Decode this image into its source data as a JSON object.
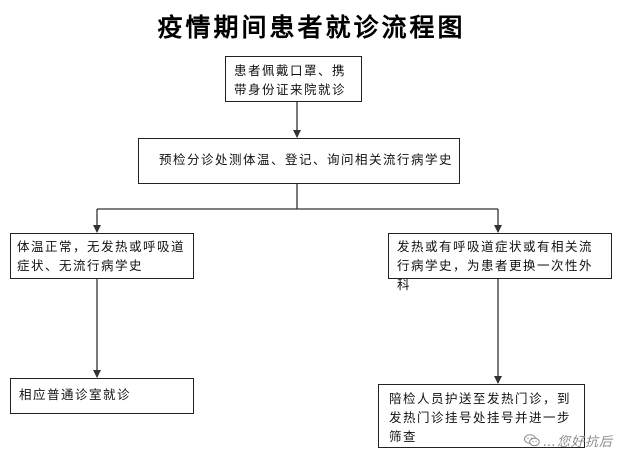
{
  "title": "疫情期间患者就诊流程图",
  "nodes": {
    "start": "患者佩戴口罩、携带身份证来院就诊",
    "pre_check": "预检分诊处测体温、登记、询问相关流行病学史",
    "normal": "体温正常，无发热或呼吸道症状、无流行病学史",
    "fever": "发热或有呼吸道症状或有相关流行病学史，为患者更换一次性外科",
    "general_clinic": "相应普通诊室就诊",
    "fever_clinic": "陪检人员护送至发热门诊，到发热门诊挂号处挂号并进一步筛查"
  },
  "watermark": {
    "text": "…您好抗后",
    "icon": "wechat-icon"
  },
  "colors": {
    "line": "#333333",
    "border": "#222222",
    "watermark": "#8a8a8a"
  }
}
